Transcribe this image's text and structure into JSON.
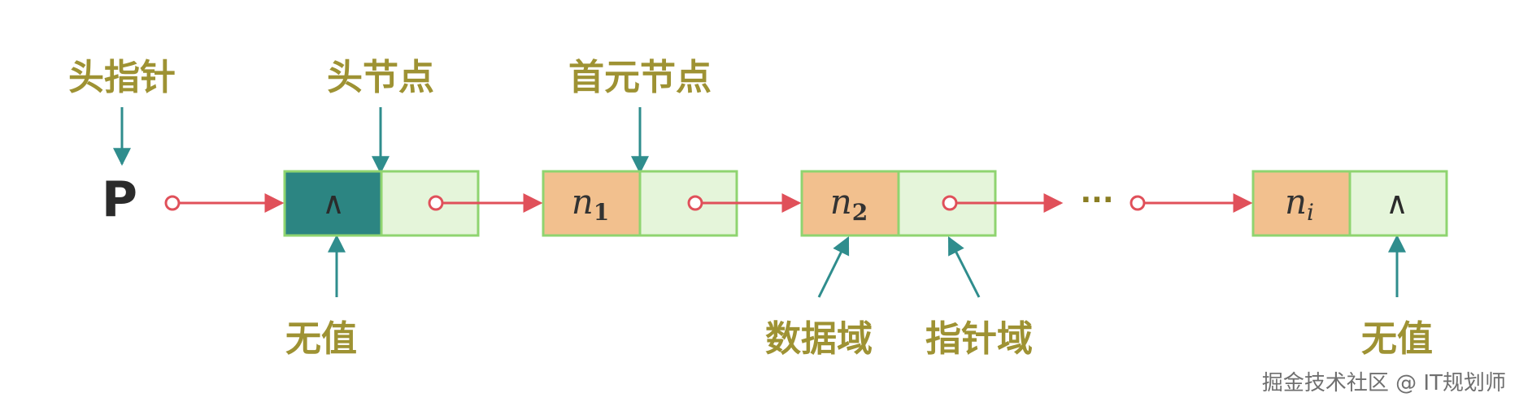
{
  "labels": {
    "head_pointer": "头指针",
    "head_node": "头节点",
    "first_node": "首元节点",
    "no_value_1": "无值",
    "data_field": "数据域",
    "pointer_field": "指针域",
    "no_value_2": "无值"
  },
  "pointer_symbol": "P",
  "null_symbol": "∧",
  "ellipsis": "···",
  "nodes": [
    {
      "data_base": "",
      "data_sub": "",
      "data_null": true,
      "next_null": false
    },
    {
      "data_base": "n",
      "data_sub": "1",
      "data_null": false,
      "next_null": false
    },
    {
      "data_base": "n",
      "data_sub": "2",
      "data_null": false,
      "next_null": false
    },
    {
      "data_base": "n",
      "data_sub": "i",
      "data_null": false,
      "next_null": true
    }
  ],
  "watermark": "掘金技术社区 @ IT规划师",
  "colors": {
    "label_text": "#9e9233",
    "teal_arrow": "#2f8d8d",
    "red_arrow": "#e0505a",
    "cell_data": "#f2c08e",
    "cell_pointer": "#e5f5da",
    "cell_border": "#8fd470",
    "head_data_cell": "#2c8582"
  }
}
